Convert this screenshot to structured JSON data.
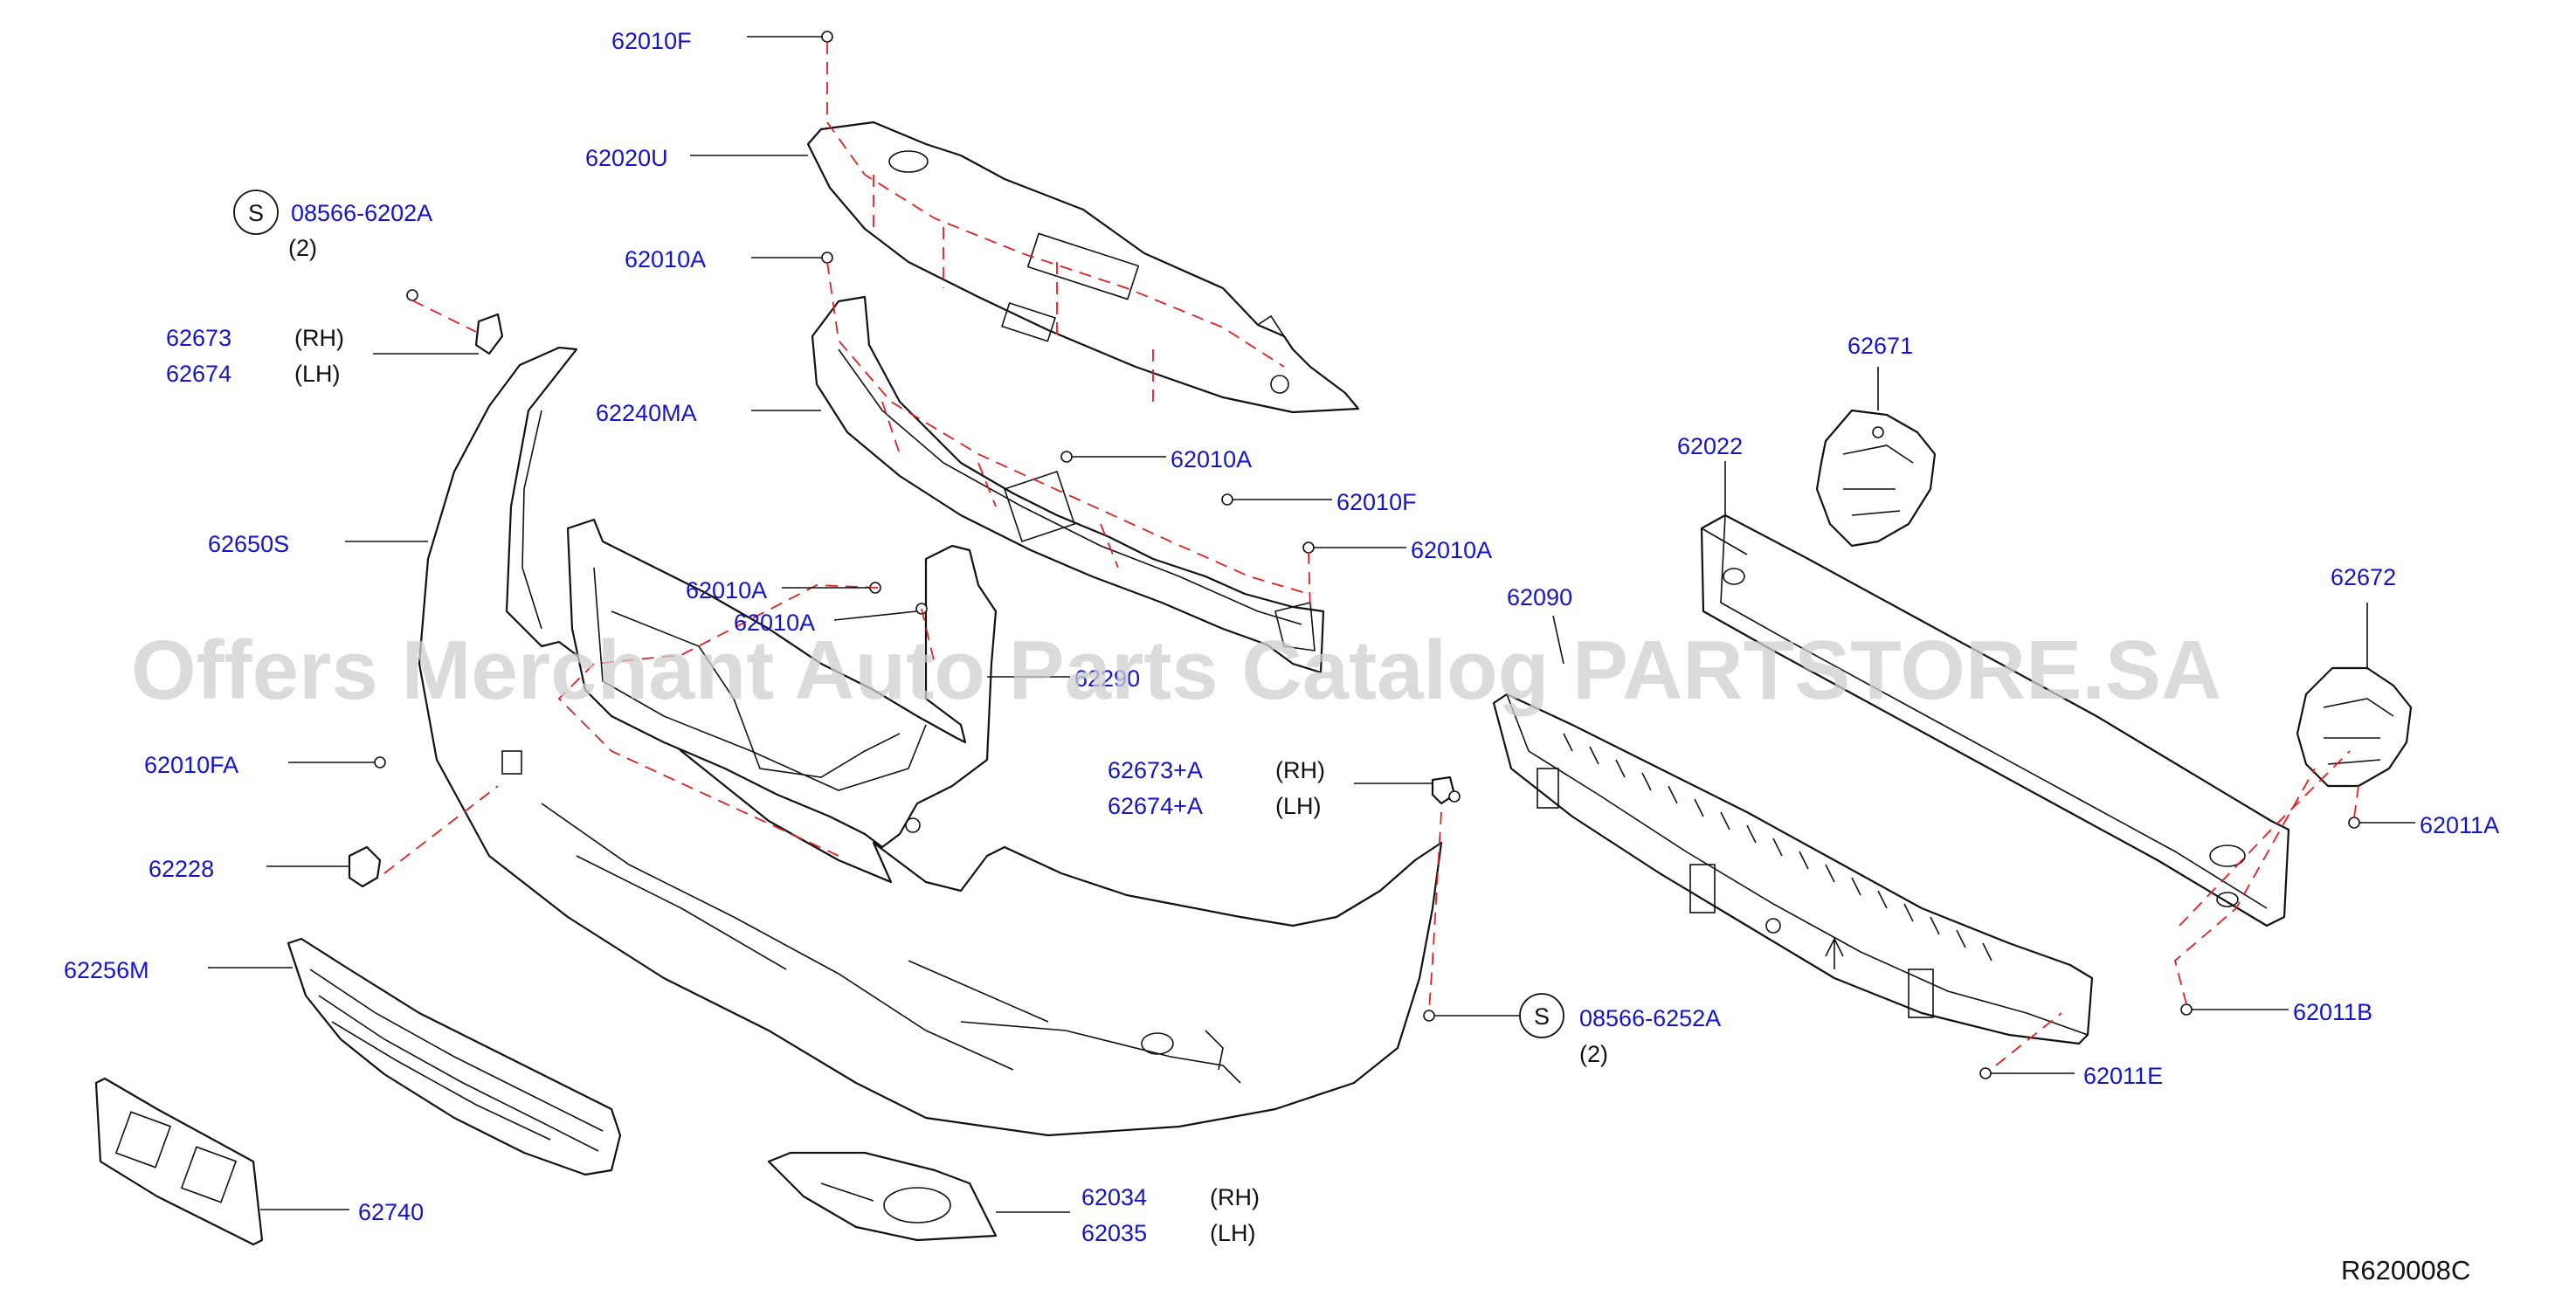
{
  "watermark": "Offers Merchant Auto Parts Catalog PARTSTORE.SA",
  "reference_code": "R620008C",
  "callouts": {
    "c62010F_top": "62010F",
    "c62020U": "62020U",
    "c08566_6202A": "08566-6202A",
    "c08566_6202A_qty": "(2)",
    "c08566_6202A_symbol": "S",
    "c62010A_1": "62010A",
    "c62673": "62673",
    "c62673_side": "(RH)",
    "c62674": "62674",
    "c62674_side": "(LH)",
    "c62240MA": "62240MA",
    "c62010A_2": "62010A",
    "c62010F_mid": "62010F",
    "c62010A_3": "62010A",
    "c62650S": "62650S",
    "c62010A_4": "62010A",
    "c62010A_5": "62010A",
    "c62290": "62290",
    "c62010FA": "62010FA",
    "c62673A": "62673+A",
    "c62673A_side": "(RH)",
    "c62674A": "62674+A",
    "c62674A_side": "(LH)",
    "c62228": "62228",
    "c62256M": "62256M",
    "c08566_6252A": "08566-6252A",
    "c08566_6252A_qty": "(2)",
    "c08566_6252A_symbol": "S",
    "c62740": "62740",
    "c62034": "62034",
    "c62034_side": "(RH)",
    "c62035": "62035",
    "c62035_side": "(LH)",
    "c62671": "62671",
    "c62022": "62022",
    "c62090": "62090",
    "c62672": "62672",
    "c62011A": "62011A",
    "c62011B": "62011B",
    "c62011E": "62011E"
  }
}
